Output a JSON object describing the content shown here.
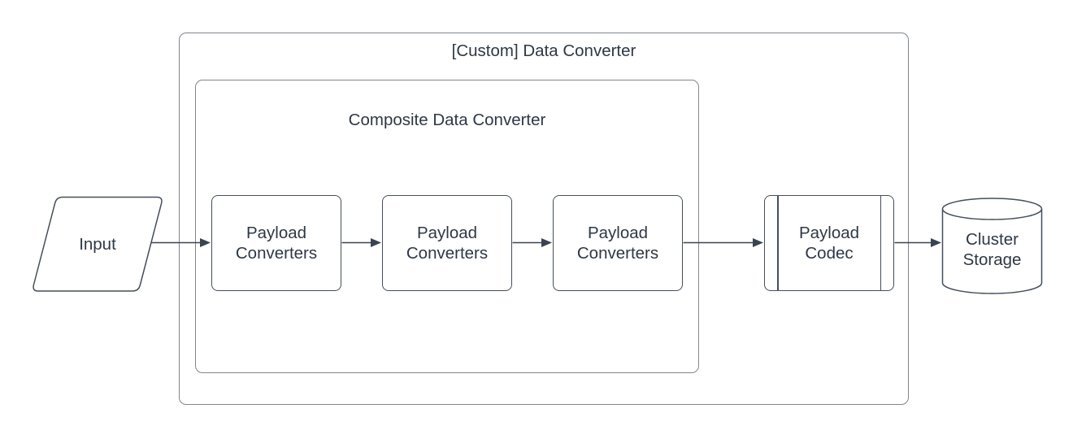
{
  "diagram": {
    "outer_container_label": "[Custom] Data Converter",
    "inner_container_label": "Composite Data Converter",
    "nodes": {
      "input": {
        "label": "Input",
        "shape": "parallelogram"
      },
      "payload_converters_1": {
        "label": "Payload Converters",
        "shape": "rounded-rectangle"
      },
      "payload_converters_2": {
        "label": "Payload Converters",
        "shape": "rounded-rectangle"
      },
      "payload_converters_3": {
        "label": "Payload Converters",
        "shape": "rounded-rectangle"
      },
      "payload_codec": {
        "label": "Payload Codec",
        "shape": "predefined-process"
      },
      "cluster_storage": {
        "label": "Cluster Storage",
        "shape": "cylinder"
      }
    },
    "edges": [
      {
        "from": "input",
        "to": "payload_converters_1"
      },
      {
        "from": "payload_converters_1",
        "to": "payload_converters_2"
      },
      {
        "from": "payload_converters_2",
        "to": "payload_converters_3"
      },
      {
        "from": "payload_converters_3",
        "to": "payload_codec"
      },
      {
        "from": "payload_codec",
        "to": "cluster_storage"
      }
    ],
    "colors": {
      "background": "#ffffff",
      "container_stroke": "#80868f",
      "node_stroke": "#454e5c",
      "connector": "#3b4350",
      "text": "#2e3845"
    }
  }
}
